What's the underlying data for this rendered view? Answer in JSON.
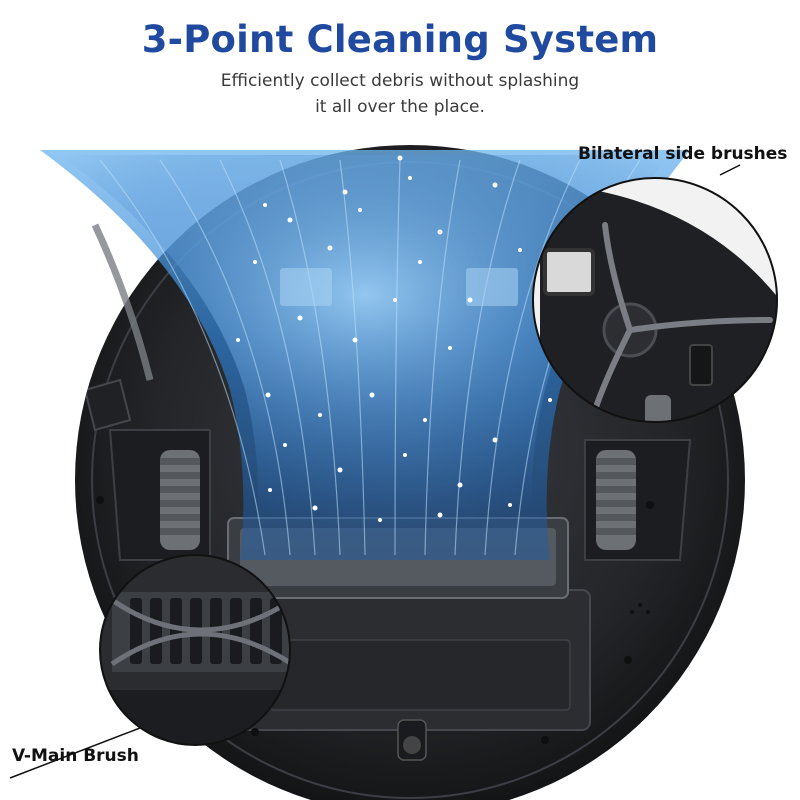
{
  "header": {
    "title": "3-Point Cleaning System",
    "subtitle_line1": "Efficiently collect debris without splashing",
    "subtitle_line2": "it all over the place."
  },
  "callouts": {
    "side_brushes": "Bilateral side brushes",
    "main_brush": "V-Main Brush"
  },
  "colors": {
    "title": "#1f4aa0",
    "body": "#1e1f22",
    "airflow": "#3f9be0"
  }
}
